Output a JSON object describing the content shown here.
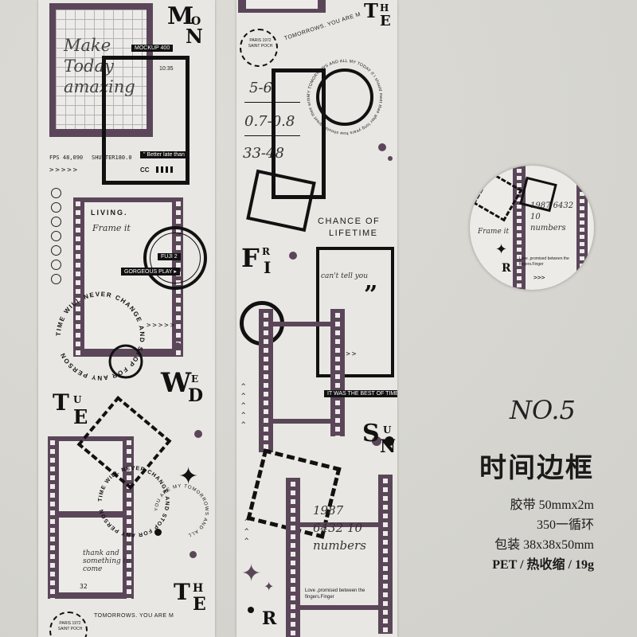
{
  "strip1": {
    "mockup_tag": "MOCKUP 400",
    "time": "10:35",
    "hand_text": "Make Today amazing",
    "fps": "FPS 48,090",
    "shutter": "SHUTTER180.0",
    "arrows1": ">>>>>",
    "better": "\" Better late than",
    "cc": "CC",
    "letters_mon": [
      "M",
      "O",
      "N"
    ],
    "living": "LIVING.",
    "living_hand": "Frame it",
    "fuji": "FUJI  2",
    "gorgeous": "GORGEOUS PLAY ▸",
    "circle_text_a": "TIME WILL NEVER CHANGE AND STOP FOR ANY PERSON",
    "arrows2": ">>>>>",
    "letters_tue": [
      "T",
      "U",
      "E"
    ],
    "letters_wed": [
      "W",
      "E",
      "D"
    ],
    "circle_text_b": "TIME WILL NEVER CHANGE AND STOP FOR ANY PERSON",
    "circle_text_c": "YOU ARE MY TOMORROWS AND ALL",
    "number": "32",
    "hand2": "thank and something to come",
    "letters_the": [
      "T",
      "H",
      "E"
    ],
    "paris_stamp": "PARIS 1972 SAINT POCH",
    "tomorrows": "TOMORROWS.  YOU ARE M"
  },
  "strip2": {
    "paris_stamp": "PARIS 1972 SAINT POCH",
    "tomorrows": "TOMORROWS.  YOU ARE M",
    "letters_the": [
      "T",
      "H",
      "E"
    ],
    "math1": "5-6",
    "math2": "0.7-0.8",
    "math3": "33-48",
    "circle_text": "MY TOMORROWS AND ALL MY TODAY  If I should meet thee after long years how should I greet thee with silence and tears",
    "chance1": "CHANCE OF",
    "chance2": "LIFETIME",
    "letters_fri": [
      "F",
      "R",
      "I"
    ],
    "hand_you": "can't tell you",
    "quote": "”",
    "arrows1": ">>>",
    "best": "IT WAS THE BEST OF TIME.",
    "letters_sun": [
      "S",
      "U",
      "N"
    ],
    "nums_hand": "1987 6432 10 numbers",
    "love": "Love ,promised between the fingers.Finger",
    "letter_r": "R"
  },
  "product": {
    "number": "NO.5",
    "title": "时间边框",
    "line1": "胶带 50mmx2m",
    "line2": "350一循环",
    "line3": "包装 38x38x50mm",
    "line4": "PET / 热收缩 / 19g"
  },
  "colors": {
    "purple": "#5b4659",
    "background": "#d9d8d2",
    "strip": "#e8e7e3"
  }
}
